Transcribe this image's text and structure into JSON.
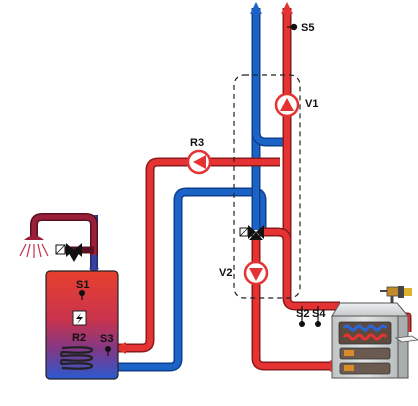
{
  "labels": {
    "s5": "S5",
    "v1": "V1",
    "r3": "R3",
    "v2": "V2",
    "s1": "S1",
    "r2": "R2",
    "s3": "S3",
    "s2": "S2",
    "s4": "S4"
  },
  "colors": {
    "hot_pipe": "#e53232",
    "cold_pipe": "#1c63c7",
    "pipe_outline": "#8a1a1a",
    "tank_top": "#e83a2a",
    "tank_bottom": "#2a5fd0",
    "boiler_body": "#cfd2d2",
    "dashed_box": "#222222"
  },
  "icons": {
    "pump": "pump-triangle-icon",
    "valve": "three-way-valve-icon",
    "shower": "shower-head-icon",
    "electric_heater": "lightning-icon",
    "sensor": "temperature-sensor-icon"
  }
}
